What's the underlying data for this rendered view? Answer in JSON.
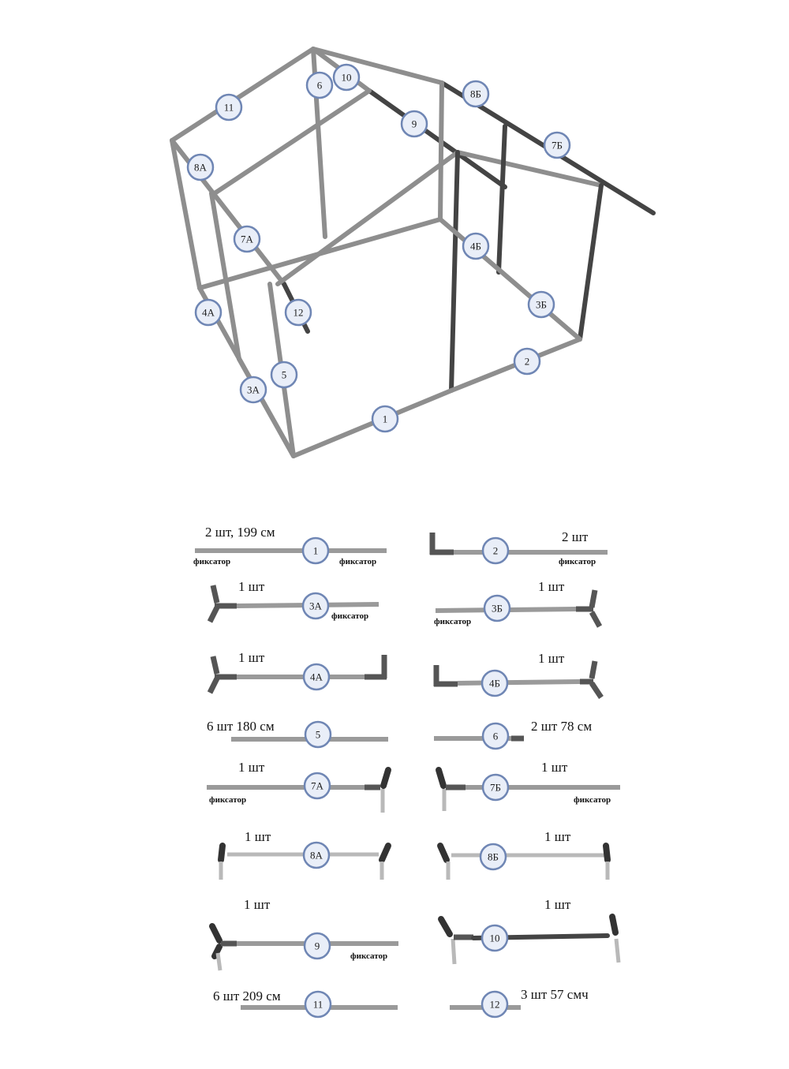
{
  "frame_labels": [
    "1",
    "2",
    "3А",
    "3Б",
    "4А",
    "4Б",
    "5",
    "6",
    "7А",
    "7Б",
    "8А",
    "8Б",
    "9",
    "10",
    "11",
    "12"
  ],
  "parts": [
    {
      "id": "1",
      "qty": "2 шт, 199 см",
      "fix_left": "фиксатор",
      "fix_right": "фиксатор"
    },
    {
      "id": "2",
      "qty": "2 шт",
      "fix": "фиксатор"
    },
    {
      "id": "3А",
      "qty": "1 шт",
      "fix": "фиксатор"
    },
    {
      "id": "3Б",
      "qty": "1 шт",
      "fix": "фиксатор"
    },
    {
      "id": "4А",
      "qty": "1 шт"
    },
    {
      "id": "4Б",
      "qty": "1 шт"
    },
    {
      "id": "5",
      "qty": "6 шт 180 см"
    },
    {
      "id": "6",
      "qty": "2 шт 78 см"
    },
    {
      "id": "7А",
      "qty": "1 шт",
      "fix": "фиксатор"
    },
    {
      "id": "7Б",
      "qty": "1 шт",
      "fix": "фиксатор"
    },
    {
      "id": "8А",
      "qty": "1 шт"
    },
    {
      "id": "8Б",
      "qty": "1 шт"
    },
    {
      "id": "9",
      "qty": "1 шт",
      "fix": "фиксатор"
    },
    {
      "id": "10",
      "qty": "1 шт"
    },
    {
      "id": "11",
      "qty": "6 шт 209 см"
    },
    {
      "id": "12",
      "qty": "3 шт 57 смч"
    }
  ]
}
